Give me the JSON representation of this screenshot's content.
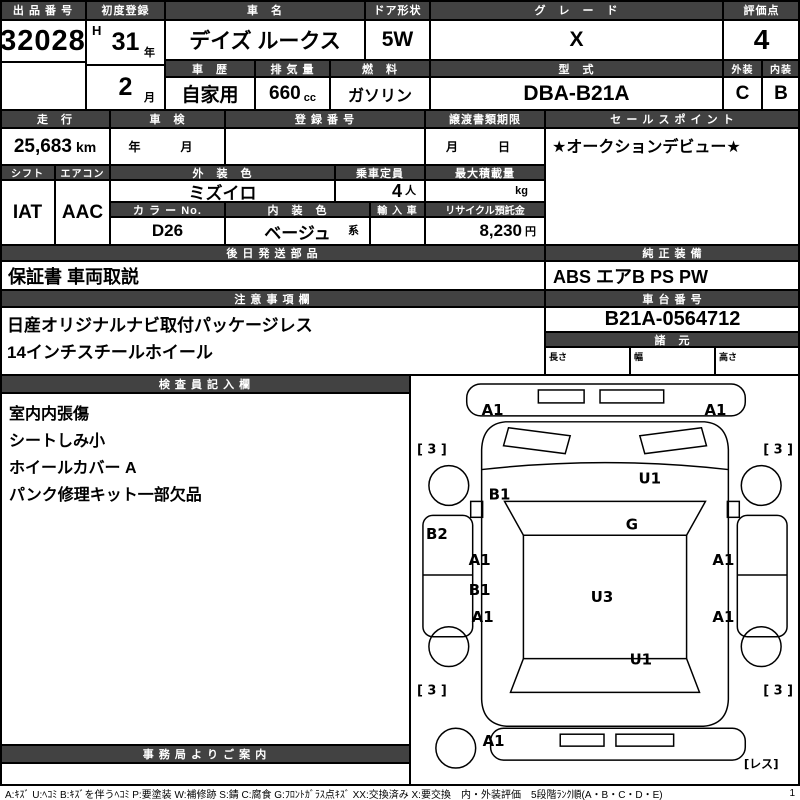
{
  "colors": {
    "header_bg": "#424242",
    "header_fg": "#ffffff",
    "border": "#000000",
    "paper": "#ffffff"
  },
  "top": {
    "exhibit_no_label": "出 品 番 号",
    "exhibit_no": "32028",
    "first_reg_label": "初度登録",
    "era": "H",
    "year": "31",
    "year_unit": "年",
    "month": "2",
    "month_unit": "月",
    "car_name_label": "車　名",
    "car_name": "デイズ ルークス",
    "door_label": "ドア形状",
    "door": "5W",
    "grade_label": "グ　レ　ー　ド",
    "grade": "X",
    "score_label": "評価点",
    "score": "4",
    "history_label": "車　歴",
    "history": "自家用",
    "disp_label": "排 気 量",
    "disp": "660",
    "disp_unit": "cc",
    "fuel_label": "燃　料",
    "fuel": "ガソリン",
    "model_label": "型　式",
    "model": "DBA-B21A",
    "ext_label": "外装",
    "int_label": "内装",
    "ext_score": "C",
    "int_score": "B"
  },
  "reg": {
    "mileage_label": "走　行",
    "mileage": "25,683",
    "mileage_unit": "km",
    "inspection_label": "車　検",
    "inspection_value": "年　月",
    "reg_no_label": "登 録 番 号",
    "transfer_label": "譲渡書類期限",
    "transfer_value": "月　日",
    "sales_label": "セ ー ル ス ポ イ ン ト",
    "sales_point": "★オークションデビュー★"
  },
  "spec": {
    "shift_label": "シフト",
    "shift": "IAT",
    "aircon_label": "エアコン",
    "aircon": "AAC",
    "ext_color_label": "外　装　色",
    "ext_color": "ミズイロ",
    "capacity_label": "乗車定員",
    "capacity": "4",
    "capacity_unit": "人",
    "max_load_label": "最大積載量",
    "max_load_unit": "kg",
    "color_no_label": "カ ラ ー No.",
    "color_no": "D26",
    "int_color_label": "内　装　色",
    "int_color": "ベージュ",
    "int_color_suffix": "系",
    "import_label": "輸 入 車",
    "recycle_label": "リサイクル預託金",
    "recycle": "8,230",
    "recycle_unit": "円"
  },
  "parts": {
    "label": "後 日 発 送 部 品",
    "value": "保証書 車両取説",
    "equipment_label": "純 正 装 備",
    "equipment": "ABS エアB PS PW"
  },
  "notes": {
    "label": "注 意 事 項 欄",
    "line1": "日産オリジナルナビ取付パッケージレス",
    "line2": "14インチスチールホイール",
    "chassis_label": "車 台 番 号",
    "chassis": "B21A-0564712",
    "dims_label": "諸　元",
    "length_label": "長さ",
    "width_label": "幅",
    "height_label": "高さ"
  },
  "inspector": {
    "label": "検 査 員 記 入 欄",
    "line1": "室内内張傷",
    "line2": "シートしみ小",
    "line3": "ホイールカバー A",
    "line4": "パンク修理キット一部欠品",
    "office_label": "事 務 局 よ り ご 案 内"
  },
  "diagram": {
    "front_bumper_left": "A1",
    "front_bumper_right": "A1",
    "tire_front_left": "[ 3 ]",
    "tire_front_right": "[ 3 ]",
    "fender_front_left": "B1",
    "hood": "U1",
    "door_panel_left": "B2",
    "windshield": "G",
    "door_front_left": "A1",
    "door_front_right": "A1",
    "door_rear_left": "B1",
    "roof": "U3",
    "quarter_left": "A1",
    "quarter_right": "A1",
    "rear_gate": "U1",
    "tire_rear_left": "[ 3 ]",
    "tire_rear_right": "[ 3 ]",
    "rear_bumper": "A1",
    "spare": "[レス]"
  },
  "legend": {
    "text": "A:ｷｽﾞ U:ﾍｺﾐ B:ｷｽﾞを伴うﾍｺﾐ P:要塗装 W:補修跡 S:錆 C:腐食 G:ﾌﾛﾝﾄｶﾞﾗｽ点ｷｽﾞ XX:交換済み X:要交換　内・外装評価　5段階ﾗﾝｸ順(A・B・C・D・E)",
    "page": "1"
  }
}
